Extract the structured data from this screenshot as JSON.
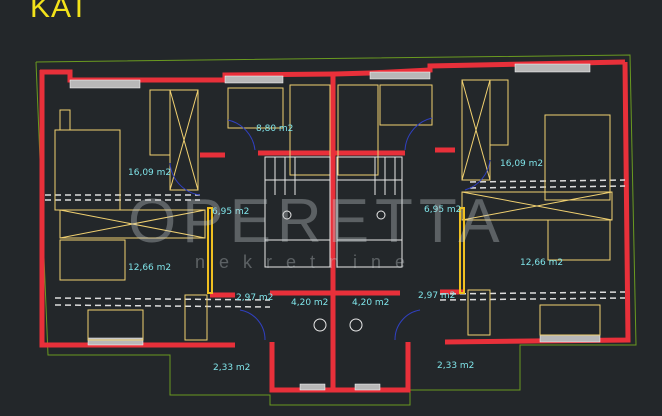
{
  "title": "KAT",
  "watermark": {
    "brand": "OPERETTA",
    "tagline": "nekretnine"
  },
  "rooms": {
    "left": {
      "bedroom_large": "16,09 m2",
      "hall": "6,95 m2",
      "bedroom_small": "12,66 m2",
      "wc": "2,97 m2",
      "bath": "4,20 m2",
      "balcony": "2,33 m2"
    },
    "right": {
      "bedroom_large": "16,09 m2",
      "hall": "6,95 m2",
      "bedroom_small": "12,66 m2",
      "wc": "2,97 m2",
      "bath": "4,20 m2",
      "balcony": "2,33 m2"
    },
    "top_center": "8,80 m2"
  },
  "colors": {
    "wall": "#e8303a",
    "furniture": "#f0d070",
    "area_label": "#7fe3e8",
    "door": "#3040c0",
    "outline": "#6a9a20",
    "background": "#23272a"
  }
}
